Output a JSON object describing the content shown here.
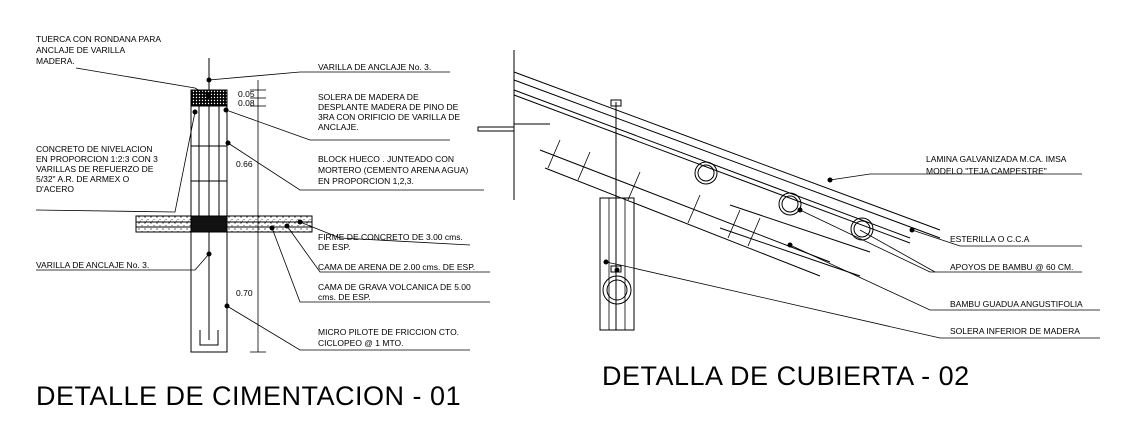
{
  "detail1": {
    "title": "DETALLE  DE  CIMENTACION - 01",
    "labels": {
      "tuerca": [
        "TUERCA CON RONDANA PARA",
        "ANCLAJE DE VARILLA",
        "MADERA."
      ],
      "varilla_top": [
        "VARILLA DE ANCLAJE   No. 3."
      ],
      "solera": [
        "SOLERA DE MADERA DE",
        "DESPLANTE  MADERA DE PINO DE",
        "3RA CON ORIFICIO DE VARILLA DE",
        "ANCLAJE."
      ],
      "concreto": [
        "CONCRETO DE NIVELACION",
        "EN PROPORCION 1:2:3 CON 3",
        "VARILLAS DE REFUERZO DE",
        "5/32\"  A.R. DE ARMEX O",
        "D'ACERO"
      ],
      "block": [
        "BLOCK HUECO . JUNTEADO CON",
        "MORTERO (CEMENTO ARENA AGUA)",
        "EN PROPORCION 1,2,3."
      ],
      "firme": [
        "FIRME DE CONCRETO DE 3.00 cms.",
        "DE ESP."
      ],
      "arena": [
        "CAMA DE ARENA DE 2.00 cms. DE ESP."
      ],
      "grava": [
        "CAMA DE GRAVA VOLCANICA DE 5.00",
        "cms. DE ESP."
      ],
      "varilla_bottom": [
        "VARILLA DE ANCLAJE   No. 3."
      ],
      "micro": [
        "MICRO PILOTE DE FRICCION CTO.",
        "CICLOPEO @ 1 MTO."
      ]
    },
    "dimensions": [
      "0.05",
      "0.08",
      "0.66",
      "0.70"
    ]
  },
  "detail2": {
    "title": "DETALLA DE CUBIERTA - 02",
    "labels": {
      "lamina": [
        "LAMINA GALVANIZADA M.CA. IMSA",
        "MODELO \"TEJA CAMPESTRE\""
      ],
      "esterilla": [
        "ESTERILLA  O  C.C.A"
      ],
      "apoyos": [
        "APOYOS DE BAMBU @ 60 CM."
      ],
      "bambu": [
        "BAMBU GUADUA ANGUSTIFOLIA"
      ],
      "solera": [
        "SOLERA  INFERIOR  DE  MADERA"
      ]
    }
  }
}
